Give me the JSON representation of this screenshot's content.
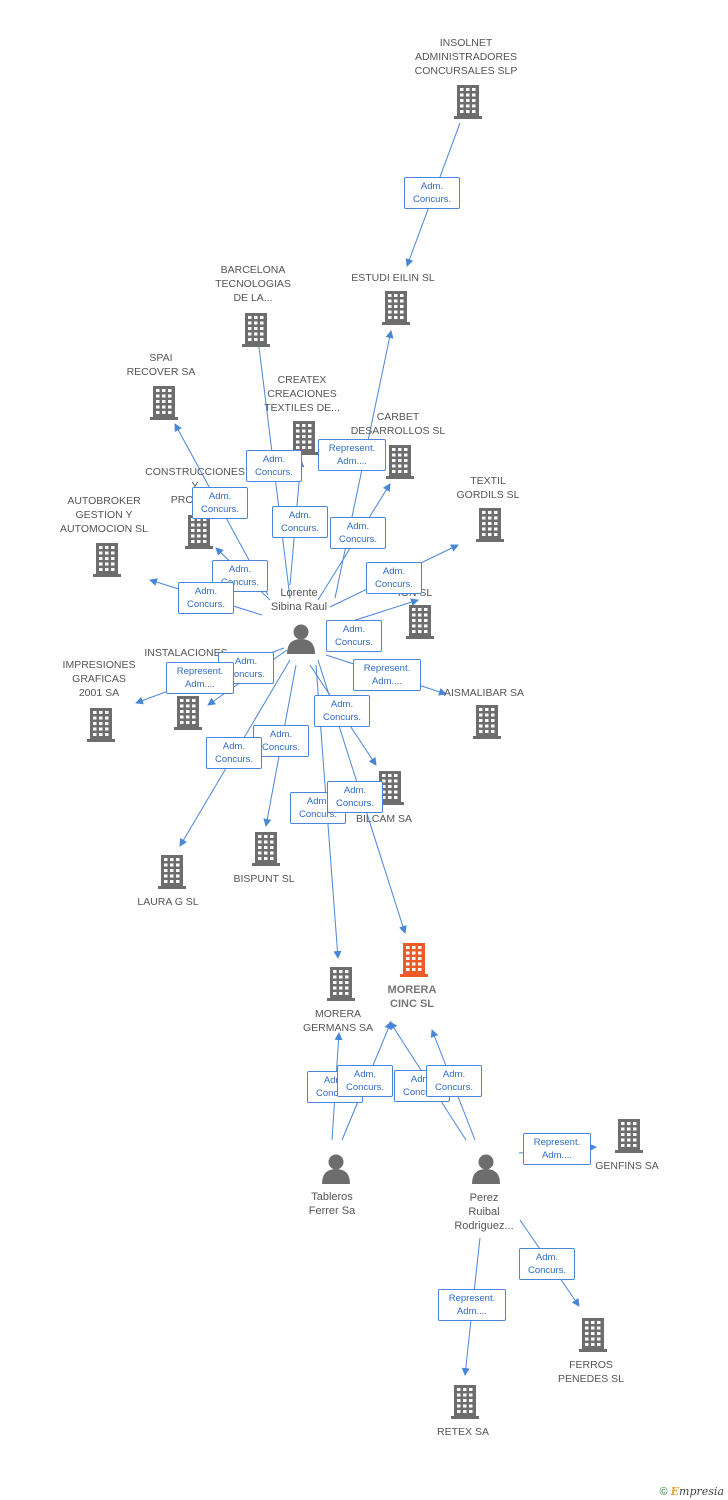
{
  "colors": {
    "edge": "#4a86d8",
    "company": "#6d6d6d",
    "focus": "#f05a28",
    "person": "#6d6d6d"
  },
  "nodes": [
    {
      "id": "insolnet",
      "label": [
        "INSOLNET",
        "ADMINISTRADORES",
        "CONCURSALES SLP"
      ],
      "type": "company"
    },
    {
      "id": "estudi",
      "label": [
        "ESTUDI EILIN SL"
      ],
      "type": "company"
    },
    {
      "id": "barcelona",
      "label": [
        "BARCELONA",
        "TECNOLOGIAS",
        "DE LA..."
      ],
      "type": "company"
    },
    {
      "id": "spai",
      "label": [
        "SPAI",
        "RECOVER SA"
      ],
      "type": "company"
    },
    {
      "id": "createx",
      "label": [
        "CREATEX",
        "CREACIONES",
        "TEXTILES DE..."
      ],
      "type": "company"
    },
    {
      "id": "carbet",
      "label": [
        "CARBET",
        "DESARROLLOS SL"
      ],
      "type": "company"
    },
    {
      "id": "construcciones",
      "label": [
        "CONSTRUCCIONES",
        "Y",
        "PROMO..."
      ],
      "type": "company"
    },
    {
      "id": "textil",
      "label": [
        "TEXTIL",
        "GORDILS SL"
      ],
      "type": "company"
    },
    {
      "id": "autobroker",
      "label": [
        "AUTOBROKER",
        "GESTION Y",
        "AUTOMOCION SL"
      ],
      "type": "company"
    },
    {
      "id": "business",
      "label": [
        "SS",
        "ION SL"
      ],
      "type": "company"
    },
    {
      "id": "lorente",
      "label": [
        "Lorente",
        "Sibina Raul"
      ],
      "type": "person"
    },
    {
      "id": "instalaciones",
      "label": [
        "INSTALACIONES",
        "S..."
      ],
      "type": "company"
    },
    {
      "id": "impresiones",
      "label": [
        "IMPRESIONES",
        "GRAFICAS",
        "2001 SA"
      ],
      "type": "company"
    },
    {
      "id": "aismalibar",
      "label": [
        "AISMALIBAR SA"
      ],
      "type": "company"
    },
    {
      "id": "bilcam",
      "label": [
        "BILCAM SA"
      ],
      "type": "company"
    },
    {
      "id": "bispunt",
      "label": [
        "BISPUNT SL"
      ],
      "type": "company"
    },
    {
      "id": "laura",
      "label": [
        "LAURA G SL"
      ],
      "type": "company"
    },
    {
      "id": "morera_cinc",
      "label": [
        "MORERA",
        "CINC SL"
      ],
      "type": "focus"
    },
    {
      "id": "morera_germans",
      "label": [
        "MORERA",
        "GERMANS SA"
      ],
      "type": "company"
    },
    {
      "id": "tableros",
      "label": [
        "Tableros",
        "Ferrer Sa"
      ],
      "type": "person"
    },
    {
      "id": "perez",
      "label": [
        "Perez",
        "Ruibal",
        "Rodriguez..."
      ],
      "type": "person"
    },
    {
      "id": "genfins",
      "label": [
        "GENFINS SA"
      ],
      "type": "company"
    },
    {
      "id": "ferros",
      "label": [
        "FERROS",
        "PENEDES SL"
      ],
      "type": "company"
    },
    {
      "id": "retex",
      "label": [
        "RETEX SA"
      ],
      "type": "company"
    }
  ],
  "edges": [
    {
      "from": "insolnet",
      "to": "estudi",
      "label": [
        "Adm.",
        "Concurs."
      ]
    },
    {
      "from": "lorente",
      "to": "estudi",
      "label": [
        "Represent.",
        "Adm...."
      ]
    },
    {
      "from": "lorente",
      "to": "barcelona",
      "label": [
        "Adm.",
        "Concurs."
      ]
    },
    {
      "from": "lorente",
      "to": "spai",
      "label": [
        "Adm.",
        "Concurs."
      ]
    },
    {
      "from": "lorente",
      "to": "createx",
      "label": [
        "Adm.",
        "Concurs."
      ]
    },
    {
      "from": "lorente",
      "to": "carbet",
      "label": [
        "Adm.",
        "Concurs."
      ]
    },
    {
      "from": "lorente",
      "to": "construcciones",
      "label": [
        "Adm.",
        "Concurs."
      ]
    },
    {
      "from": "lorente",
      "to": "textil",
      "label": [
        "Adm.",
        "Concurs."
      ]
    },
    {
      "from": "lorente",
      "to": "autobroker",
      "label": [
        "Adm.",
        "Concurs."
      ]
    },
    {
      "from": "lorente",
      "to": "business",
      "label": [
        "Adm.",
        "Concurs."
      ]
    },
    {
      "from": "lorente",
      "to": "instalaciones",
      "label": [
        "Adm.",
        "Concurs."
      ]
    },
    {
      "from": "lorente",
      "to": "impresiones",
      "label": [
        "Represent.",
        "Adm...."
      ]
    },
    {
      "from": "lorente",
      "to": "aismalibar",
      "label": [
        "Represent.",
        "Adm...."
      ]
    },
    {
      "from": "lorente",
      "to": "bilcam",
      "label": [
        "Adm.",
        "Concurs."
      ]
    },
    {
      "from": "lorente",
      "to": "bispunt",
      "label": [
        "Adm.",
        "Concurs."
      ]
    },
    {
      "from": "lorente",
      "to": "laura",
      "label": [
        "Adm.",
        "Concurs."
      ]
    },
    {
      "from": "lorente",
      "to": "morera_germans",
      "label": [
        "Adm.",
        "Concurs."
      ]
    },
    {
      "from": "lorente",
      "to": "morera_cinc",
      "label": [
        "Adm.",
        "Concurs."
      ]
    },
    {
      "from": "tableros",
      "to": "morera_germans",
      "label": [
        "Adm.",
        "Concurs."
      ]
    },
    {
      "from": "tableros",
      "to": "morera_cinc",
      "label": [
        "Adm.",
        "Concurs."
      ]
    },
    {
      "from": "perez",
      "to": "morera_germans",
      "label": [
        "Adm.",
        "Concurs."
      ]
    },
    {
      "from": "perez",
      "to": "morera_cinc",
      "label": [
        "Adm.",
        "Concurs."
      ]
    },
    {
      "from": "perez",
      "to": "genfins",
      "label": [
        "Represent.",
        "Adm...."
      ]
    },
    {
      "from": "perez",
      "to": "ferros",
      "label": [
        "Adm.",
        "Concurs."
      ]
    },
    {
      "from": "perez",
      "to": "retex",
      "label": [
        "Represent.",
        "Adm...."
      ]
    }
  ],
  "footer": {
    "copyright": "©",
    "brand_initial": "E",
    "brand_rest": "mpresia"
  }
}
